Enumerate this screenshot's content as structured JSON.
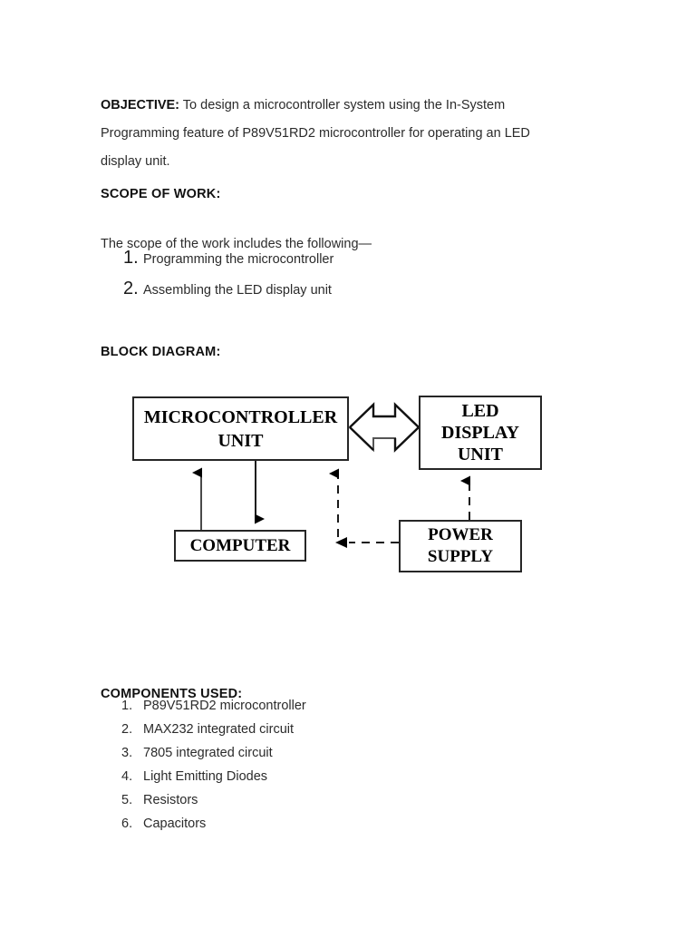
{
  "document": {
    "objective": {
      "label": "OBJECTIVE:",
      "text": " To design a microcontroller system using the In-System Programming feature of P89V51RD2 microcontroller for operating an LED display unit."
    },
    "scope": {
      "heading": "SCOPE OF WORK:",
      "intro": "The scope of the work includes the following—",
      "items": [
        {
          "marker": "1.",
          "text": "Programming the microcontroller"
        },
        {
          "marker": "2.",
          "text": "Assembling the LED display unit"
        }
      ]
    },
    "block_diagram": {
      "heading": "BLOCK DIAGRAM:",
      "nodes": [
        {
          "id": "mcu",
          "label": "MICROCONTROLLER UNIT"
        },
        {
          "id": "led",
          "label": "LED DISPLAY UNIT"
        },
        {
          "id": "computer",
          "label": "COMPUTER"
        },
        {
          "id": "power",
          "label": "POWER SUPPLY"
        }
      ],
      "connections": [
        {
          "from": "mcu",
          "to": "led",
          "style": "double-headed-block-arrow"
        },
        {
          "from": "computer",
          "to": "mcu",
          "style": "solid-arrow-up"
        },
        {
          "from": "mcu",
          "to": "computer",
          "style": "solid-arrow-down"
        },
        {
          "from": "power",
          "to": "mcu",
          "style": "dashed-arrow"
        },
        {
          "from": "power",
          "to": "led",
          "style": "dashed-arrow-up"
        }
      ]
    },
    "components": {
      "heading": "COMPONENTS USED:",
      "items": [
        {
          "marker": "1.",
          "text": "P89V51RD2 microcontroller"
        },
        {
          "marker": "2.",
          "text": "MAX232 integrated circuit"
        },
        {
          "marker": "3.",
          "text": "7805 integrated circuit"
        },
        {
          "marker": "4.",
          "text": "Light Emitting Diodes"
        },
        {
          "marker": "5.",
          "text": "Resistors"
        },
        {
          "marker": "6.",
          "text": "Capacitors"
        }
      ]
    },
    "colors": {
      "page_background": "#ffffff",
      "body_text": "#2b2b2b",
      "heading_text": "#111111",
      "diagram_stroke": "#262626"
    }
  }
}
